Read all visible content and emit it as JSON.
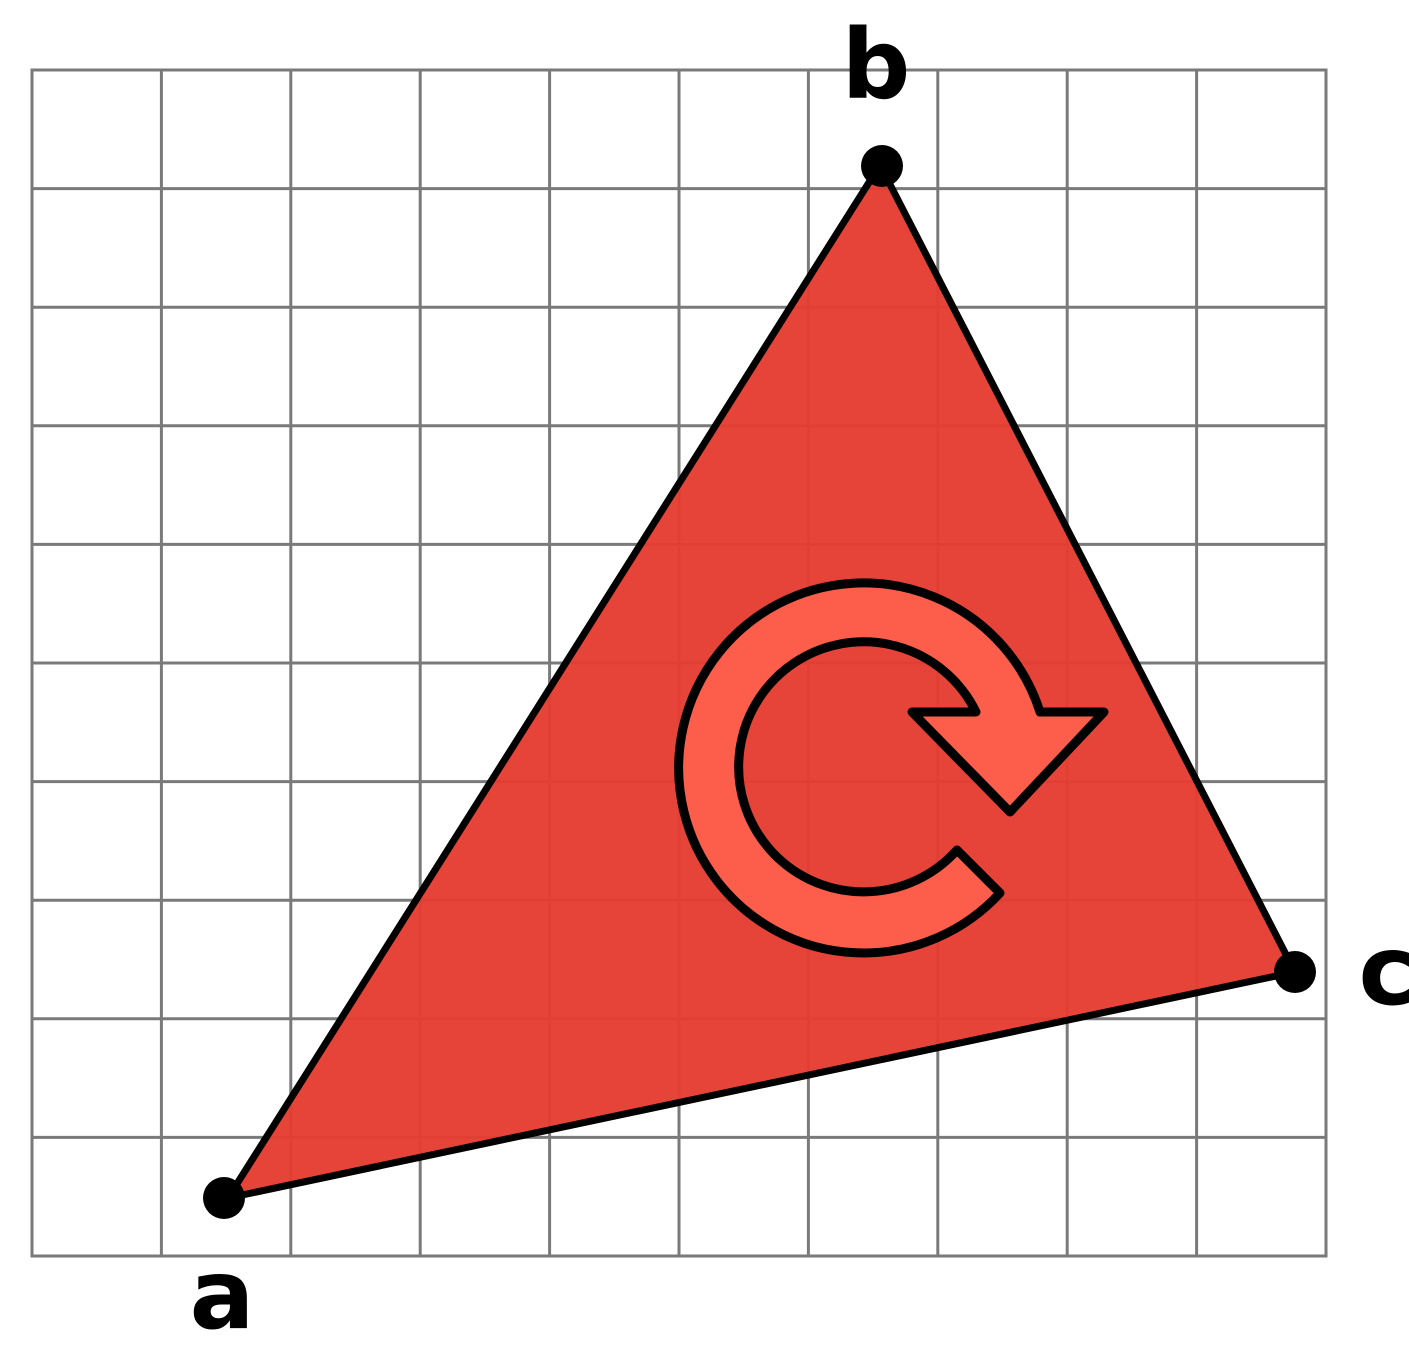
{
  "diagram": {
    "grid": {
      "columns": 10,
      "rows": 10,
      "line_color": "#7a7a7a",
      "background": "#ffffff"
    },
    "triangle": {
      "fill": "#e63c31",
      "stroke": "#000000",
      "vertices": [
        {
          "id": "a",
          "label": "a"
        },
        {
          "id": "b",
          "label": "b"
        },
        {
          "id": "c",
          "label": "c"
        }
      ]
    },
    "rotation_arrow": {
      "direction": "clockwise",
      "icon": "clockwise-arrow-icon",
      "fill": "#fd5e4b",
      "stroke": "#000000"
    }
  }
}
